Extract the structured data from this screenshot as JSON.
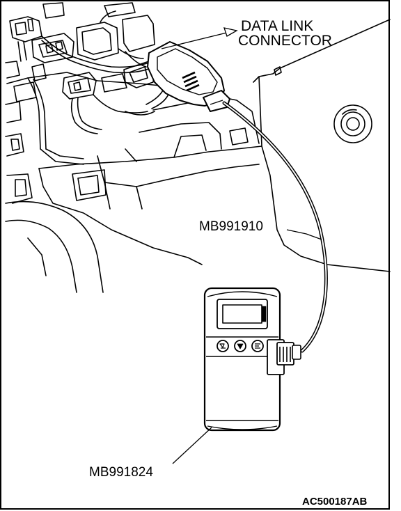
{
  "labels": {
    "connector_line1": "DATA LINK",
    "connector_line2": "CONNECTOR",
    "cable": "MB991910",
    "tester": "MB991824",
    "figure_code": "AC500187AB"
  },
  "icons": {
    "left_button": "enter-button-icon",
    "middle_button": "down-arrow-button-icon",
    "right_button": "exit-button-icon"
  }
}
